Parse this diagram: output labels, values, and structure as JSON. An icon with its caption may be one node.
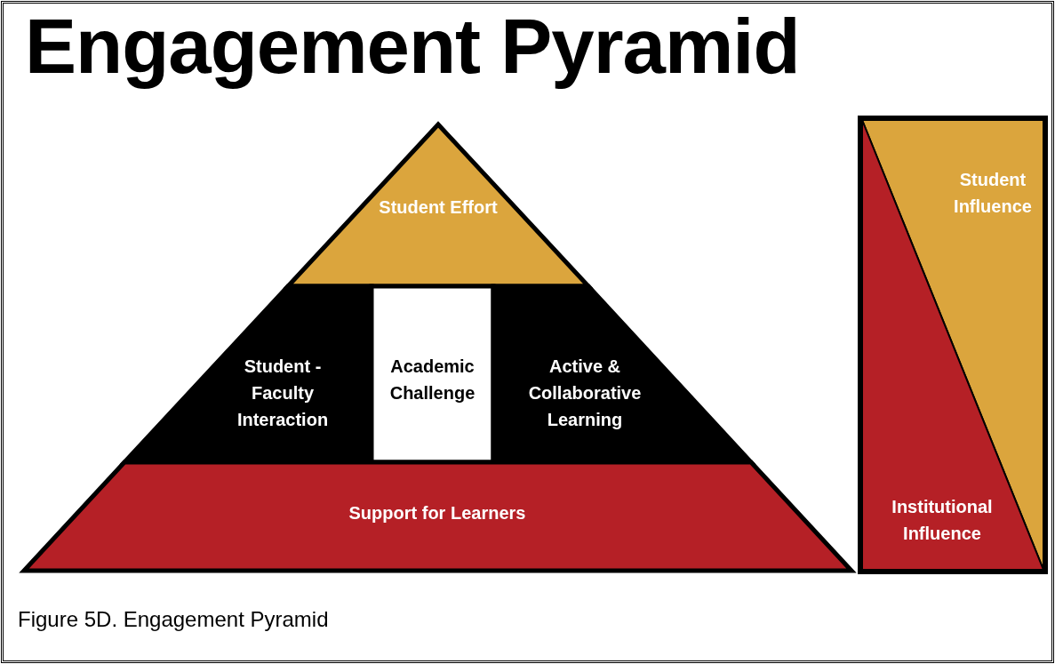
{
  "diagram": {
    "title": "Engagement Pyramid",
    "caption": "Figure 5D.  Engagement Pyramid",
    "nodes": [
      {
        "text": [
          "Student Effort"
        ]
      },
      {
        "text": [
          "Student - Faculty Interaction"
        ]
      },
      {
        "text": [
          "Academic Challenge"
        ]
      },
      {
        "text": [
          "Active & Collaborative Learning"
        ]
      },
      {
        "text": [
          "Support for Learners"
        ]
      },
      {
        "text": [
          "Student Influence"
        ]
      },
      {
        "text": [
          "Institutional Influence"
        ]
      }
    ]
  }
}
